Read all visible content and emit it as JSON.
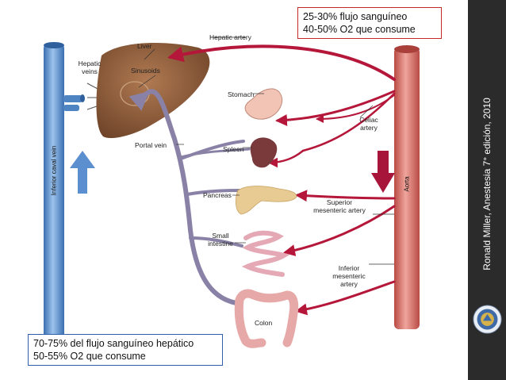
{
  "labels": {
    "liver": "Liver",
    "hepatic_artery": "Hepatic artery",
    "hepatic_veins": [
      "Hepatic",
      "veins"
    ],
    "sinusoids": "Sinusoids",
    "stomach": "Stomach",
    "celiac_artery": [
      "Celiac",
      "artery"
    ],
    "portal_vein": "Portal vein",
    "spleen": "Spleen",
    "pancreas": "Pancreas",
    "superior_mesenteric_artery": [
      "Superior",
      "mesenteric artery"
    ],
    "small_intestine": [
      "Small",
      "intestine"
    ],
    "inferior_mesenteric_artery": [
      "Inferior",
      "mesenteric",
      "artery"
    ],
    "colon": "Colon",
    "inferior_caval_vein": "Inferior caval vein",
    "aorta": "Aorta"
  },
  "callouts": {
    "arterial": [
      "25-30% flujo sanguíneo",
      "40-50% O2 que consume"
    ],
    "portal": [
      "70-75% del flujo sanguíneo hepático",
      "50-55% O2 que consume"
    ]
  },
  "credit": "Ronald Miller, Anestesia 7° edición, 2010",
  "colors": {
    "artery": "#b5173a",
    "portal_vein": "#8a82a6",
    "caval_vein": "#5b8fcf",
    "aorta": "#d4675f",
    "liver": "#8a5a3a",
    "sidebar": "#2b2b2b"
  }
}
